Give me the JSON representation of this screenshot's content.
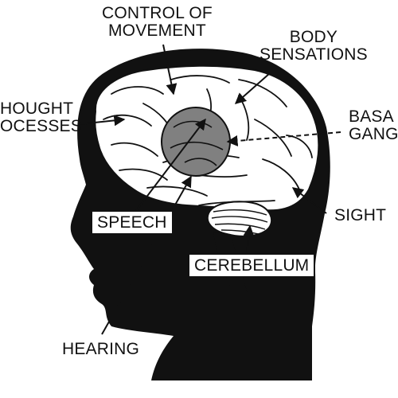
{
  "labels": {
    "control_of_movement": [
      "CONTROL OF",
      "MOVEMENT"
    ],
    "body_sensations": [
      "BODY",
      "SENSATIONS"
    ],
    "thought_processes": [
      "HOUGHT",
      "OCESSES"
    ],
    "basal_ganglia": [
      "BASA",
      "GANG"
    ],
    "sight": "SIGHT",
    "speech": "SPEECH",
    "cerebellum": "CEREBELLUM",
    "hearing": "HEARING"
  },
  "colors": {
    "ink": "#111111",
    "paper": "#ffffff",
    "basal_ganglia_fill": "#808080"
  }
}
